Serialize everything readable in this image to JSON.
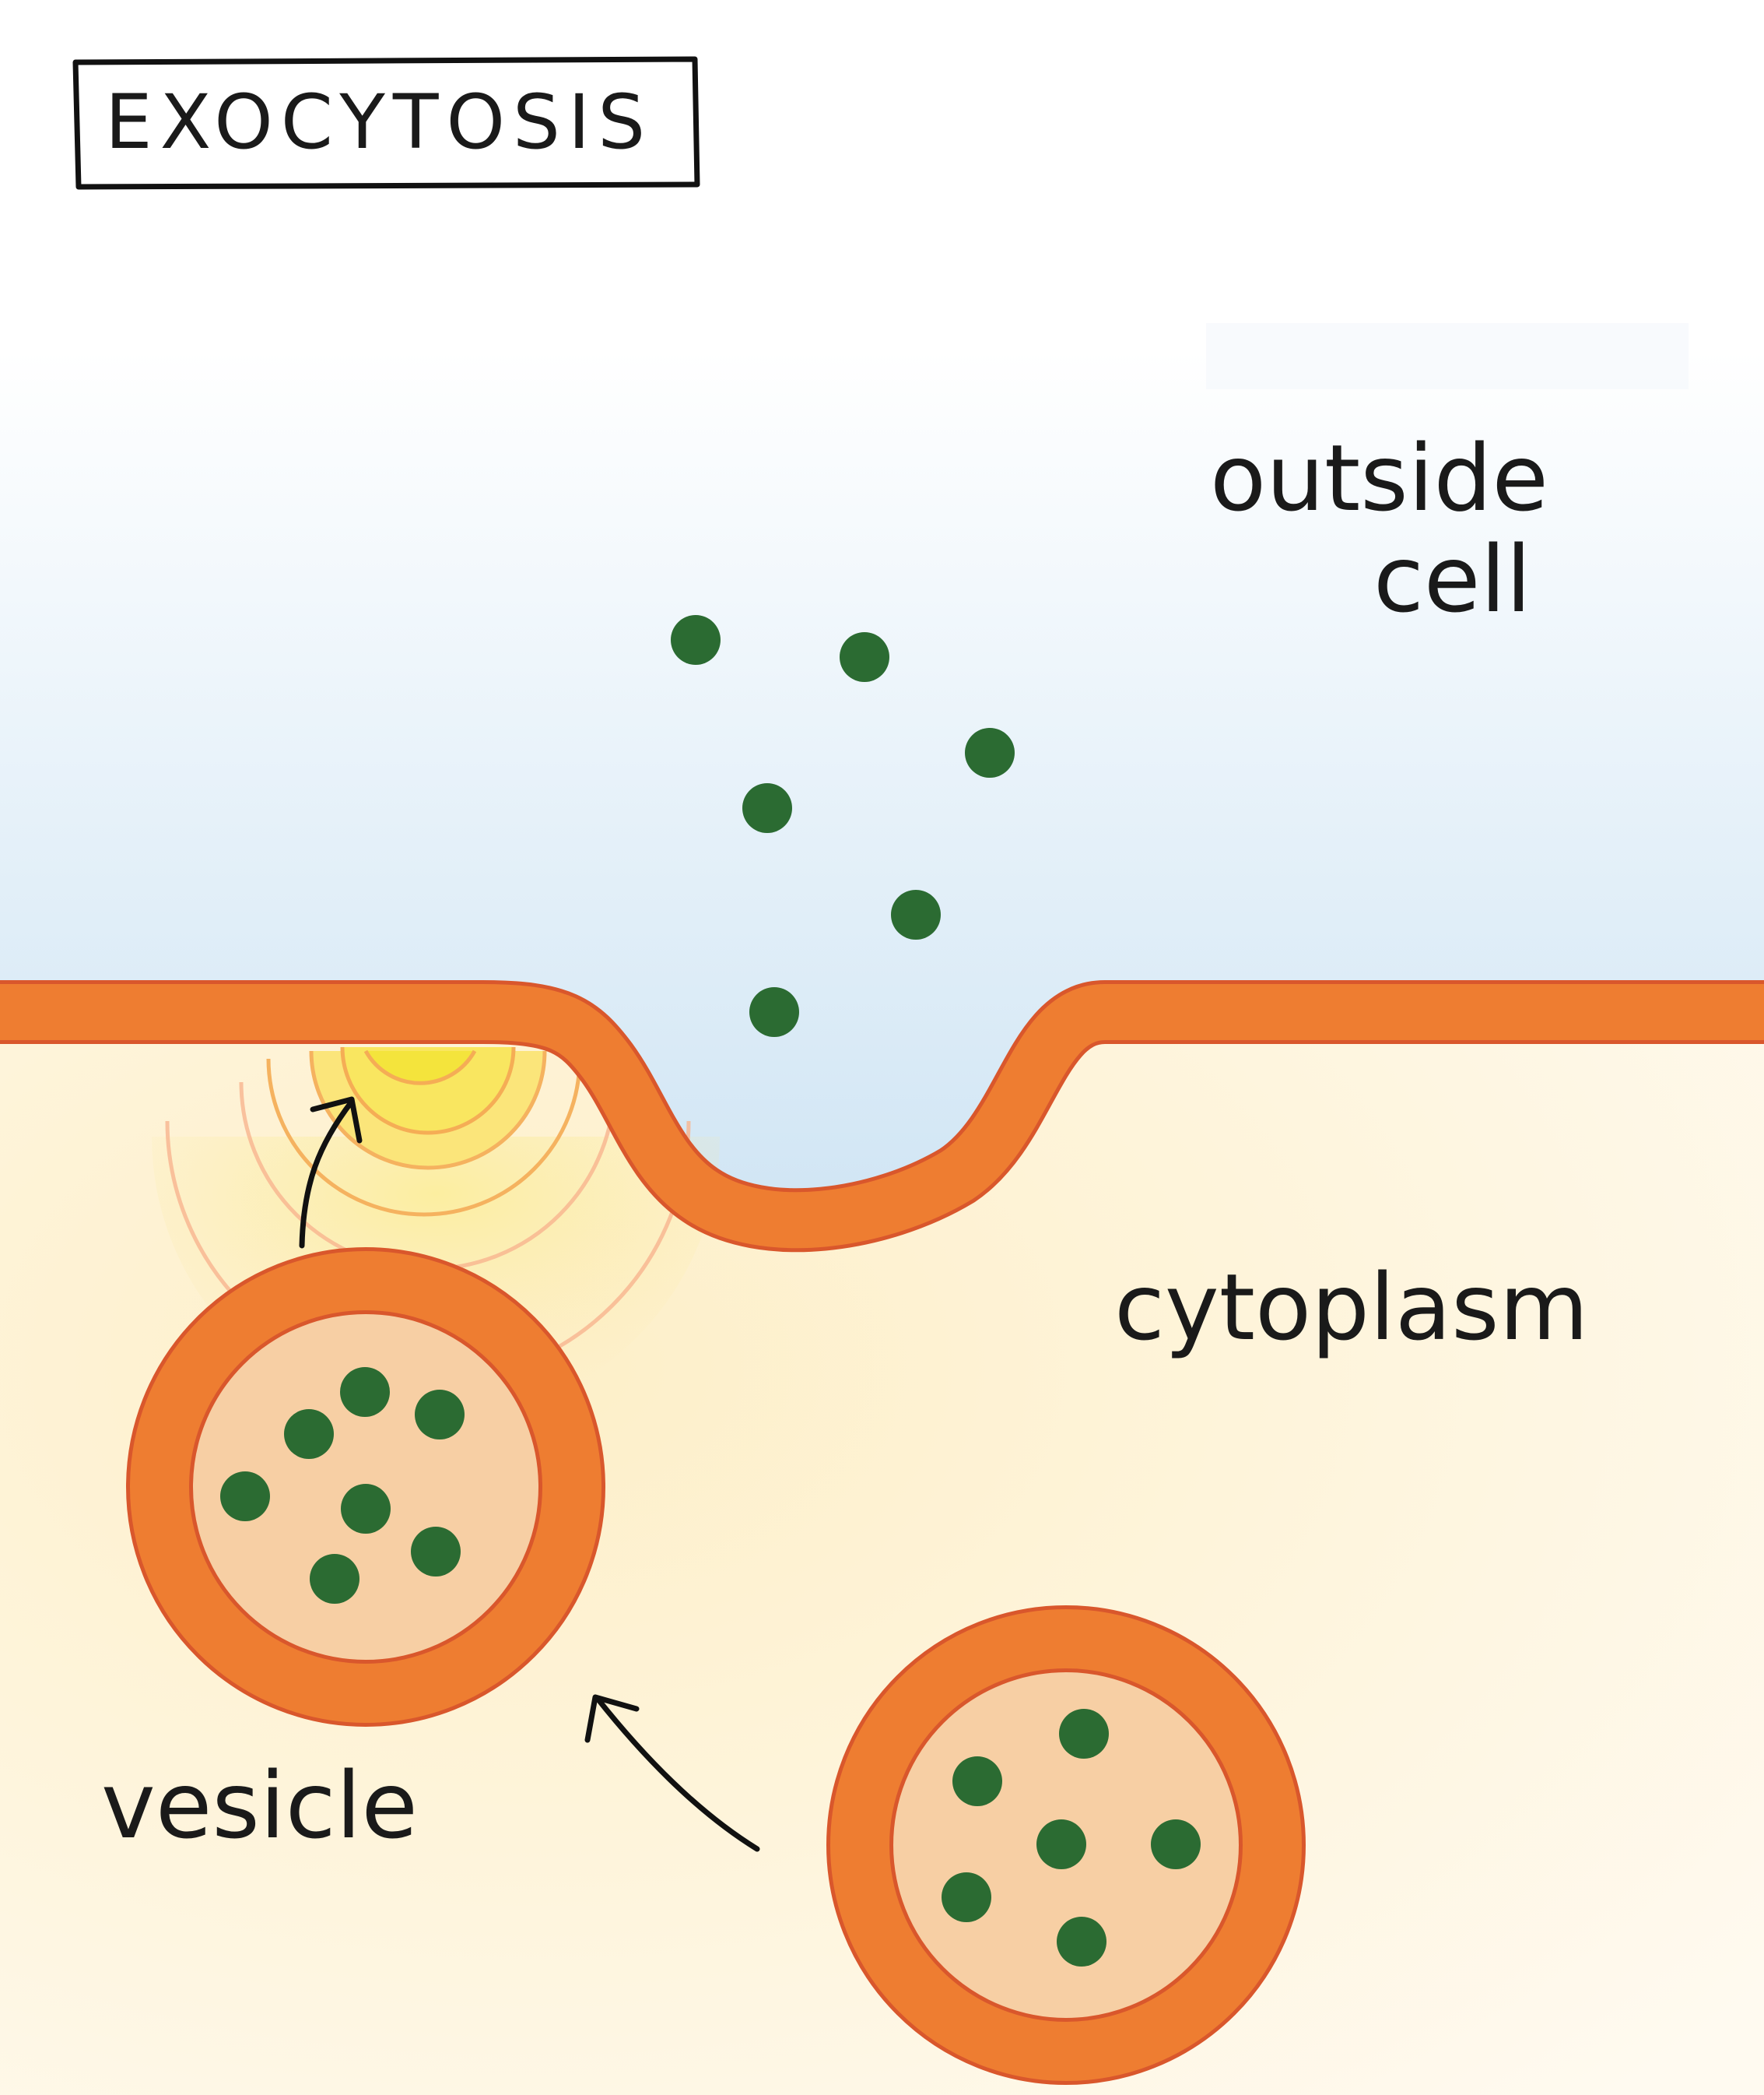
{
  "title": "EXOCYTOSIS",
  "labels": {
    "outside_line1": "outside",
    "outside_line2": "cell",
    "cytoplasm": "cytoplasm",
    "vesicle": "vesicle"
  },
  "colors": {
    "membrane": "#ee7d31",
    "membrane_outline": "#d9572c",
    "vesicle_fill": "#f7cfa4",
    "molecule": "#2b6b32",
    "outside_top": "#ffffff",
    "outside_bottom": "#d0e5f4",
    "cytoplasm": "#fdf4dc",
    "glow": "#f9e86a"
  }
}
